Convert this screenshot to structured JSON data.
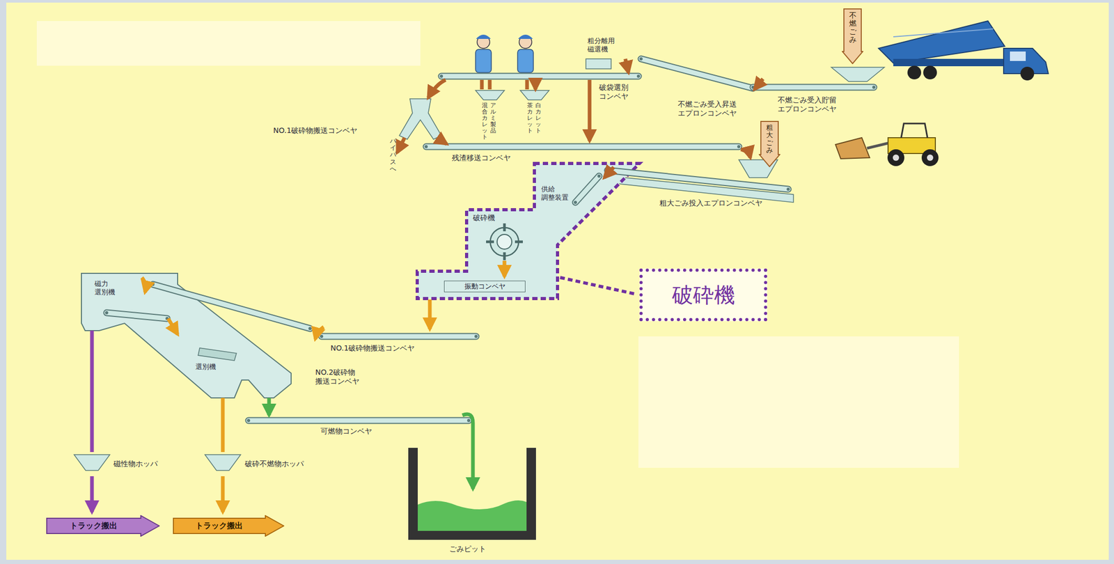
{
  "diagram": {
    "nodes": [
      {
        "text": [
          "不燃ごみ"
        ]
      },
      {
        "text": [
          "粗大ごみ"
        ]
      },
      {
        "text": [
          "振動コンベヤ"
        ]
      },
      {
        "text": [
          "破砕機"
        ]
      },
      {
        "text": [
          "トラック搬出"
        ]
      },
      {
        "text": [
          "トラック搬出"
        ]
      }
    ],
    "labels": [
      "粗分離用 磁選機",
      "破袋選別 コンベヤ",
      "不燃ごみ受入昇送 エプロンコンベヤ",
      "不燃ごみ受入貯留 エプロンコンベヤ",
      "混合カレット",
      "アルミ製品",
      "茶カレット",
      "白カレット",
      "NO.1破砕物搬送コンベヤ",
      "バイパスへ",
      "残渣移送コンベヤ",
      "粗大ごみ投入エプロンコンベヤ",
      "供給 調整装置",
      "破砕機",
      "磁力 選別機",
      "選別機",
      "NO.1破砕物搬送コンベヤ",
      "NO.2破砕物 搬送コンベヤ",
      "可燃物コンベヤ",
      "磁性物ホッパ",
      "破砕不燃物ホッパ",
      "ごみピット"
    ]
  }
}
